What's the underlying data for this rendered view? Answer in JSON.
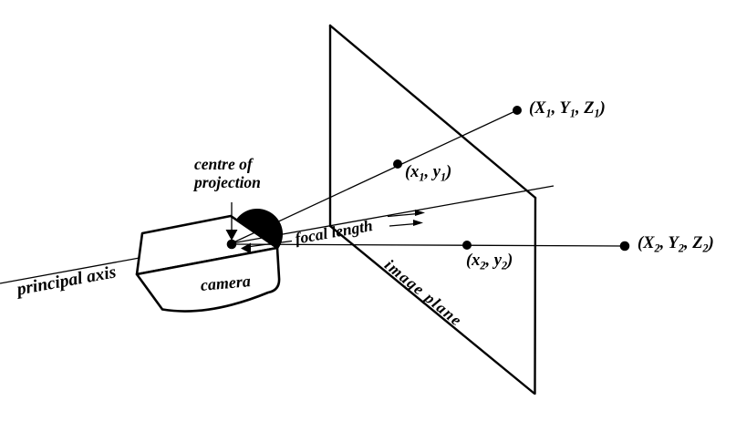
{
  "figure": {
    "title": "pinhole camera projection diagram",
    "colors": {
      "ink": "#000000",
      "background": "#ffffff"
    },
    "labels": {
      "centre_of_projection": "centre of\nprojection",
      "principal_axis": "principal axis",
      "camera": "camera",
      "focal_length": "focal length",
      "image_plane": "image plane",
      "world_point_1": "(X1, Y1, Z1)",
      "image_point_1": "(x1, y1)",
      "world_point_2": "(X2, Y2, Z2)",
      "image_point_2": "(x2, y2)"
    }
  }
}
